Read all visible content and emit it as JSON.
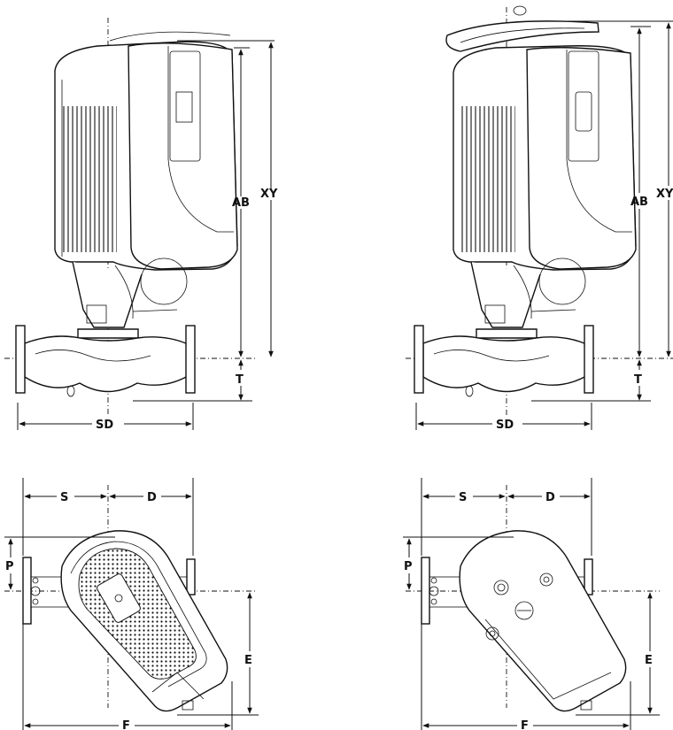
{
  "labels": {
    "front_left": {
      "height_motor": "AB",
      "height_total": "XY",
      "below_axis": "T",
      "flange_span": "SD"
    },
    "front_right": {
      "height_motor": "AB",
      "height_total": "XY",
      "below_axis": "T",
      "flange_span": "SD"
    },
    "top_left": {
      "left_half": "S",
      "right_half": "D",
      "offset": "P",
      "depth": "E",
      "overall": "F"
    },
    "top_right": {
      "left_half": "S",
      "right_half": "D",
      "offset": "P",
      "depth": "E",
      "overall": "F"
    }
  },
  "colors": {
    "line": "#111111",
    "background": "#ffffff"
  }
}
